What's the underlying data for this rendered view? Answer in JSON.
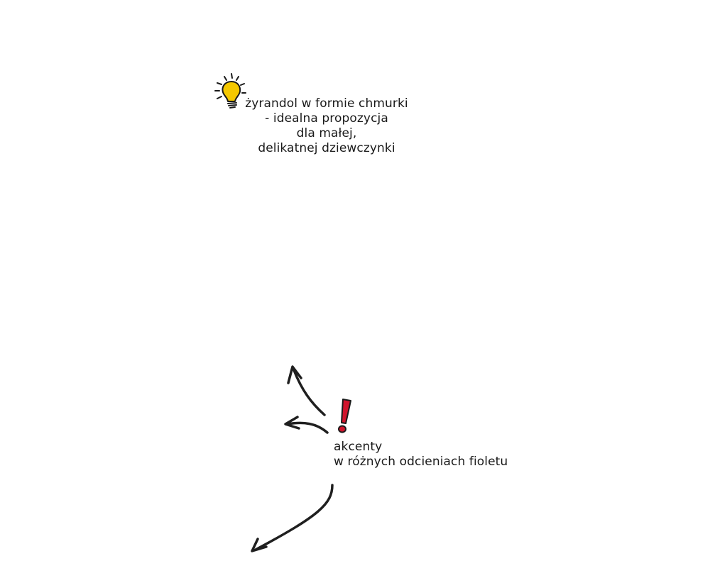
{
  "annotations": [
    {
      "icon": "lightbulb-icon",
      "icon_color": "#F2C200",
      "lines": [
        "żyrandol w formie chmurki",
        "- idealna propozycja",
        "dla małej,",
        "delikatnej dziewczynki"
      ]
    },
    {
      "icon": "exclamation-icon",
      "icon_color": "#D0142C",
      "lines": [
        "akcenty",
        "w różnych odcieniach fioletu"
      ]
    }
  ],
  "colors": {
    "ink": "#1a1a1a",
    "background": "#ffffff"
  }
}
